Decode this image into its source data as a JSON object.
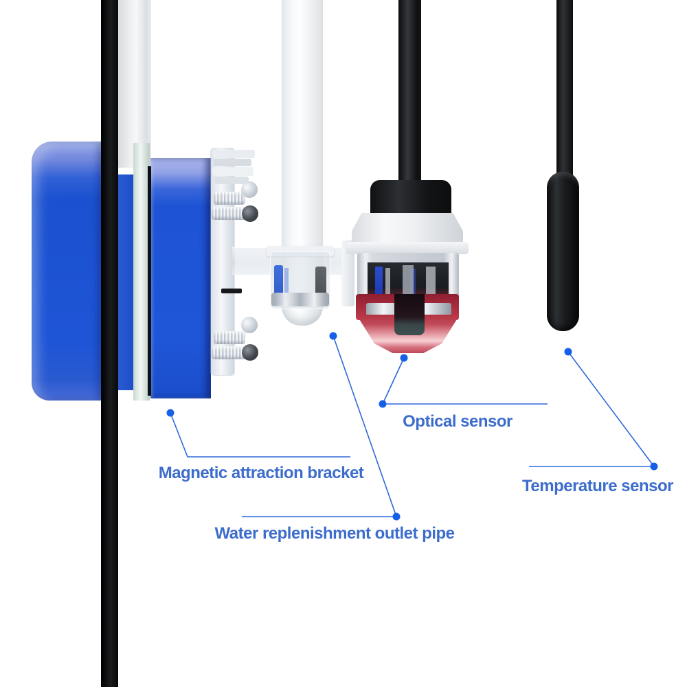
{
  "page": {
    "background": "#ffffff"
  },
  "colors": {
    "label_text": "#3c6ccc",
    "leader_line": "#2e68da",
    "leader_dot": "#1560e6",
    "magnet_blue": "#1d53d4",
    "magnet_blue_light": "#8da1e6",
    "glass_edge_black": "#0e1013",
    "cable_black": "#141518",
    "prism_red": "#c14a59"
  },
  "labels": {
    "magnetic": {
      "text": "Magnetic attraction bracket"
    },
    "water": {
      "text": "Water replenishment outlet pipe"
    },
    "optical": {
      "text": "Optical sensor"
    },
    "temperature": {
      "text": "Temperature sensor"
    }
  }
}
